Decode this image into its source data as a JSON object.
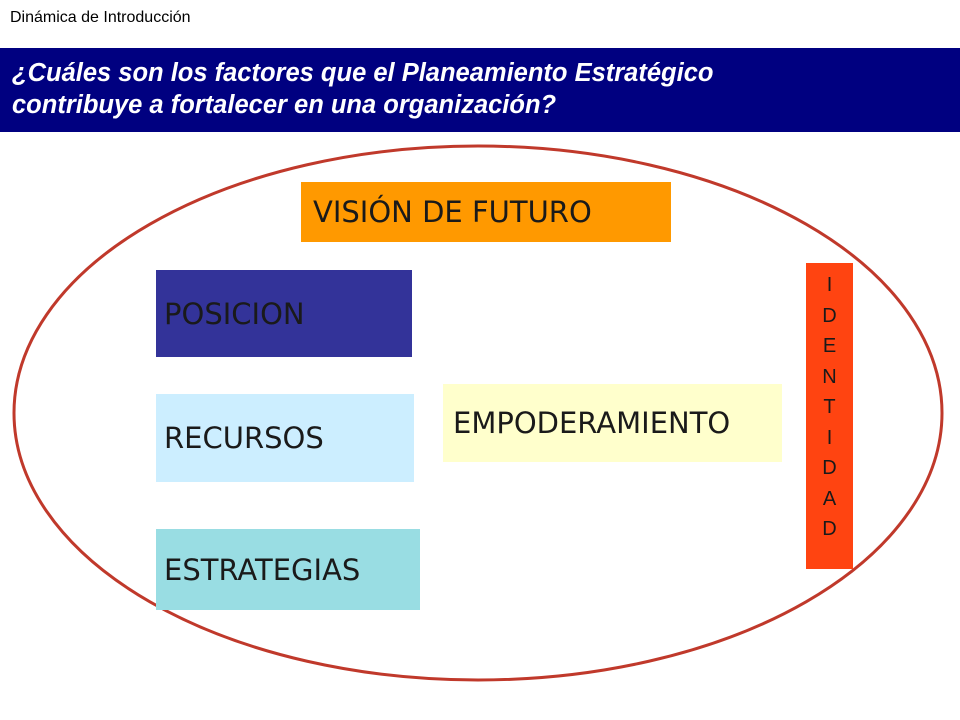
{
  "header": {
    "kicker": "Dinámica de Introducción",
    "question_line1": "¿Cuáles son los factores que el Planeamiento Estratégico",
    "question_line2": "contribuye a fortalecer en una organización?"
  },
  "diagram": {
    "vision": "VISIÓN DE FUTURO",
    "posicion": "POSICION",
    "recursos": "RECURSOS",
    "estrategias": "ESTRATEGIAS",
    "empoderamiento": "EMPODERAMIENTO",
    "identidad_letters": [
      "I",
      "D",
      "E",
      "N",
      "T",
      "I",
      "D",
      "A",
      "D"
    ]
  },
  "colors": {
    "banner": "#000080",
    "ellipse_stroke": "#c0392b",
    "vision": "#ff9900",
    "posicion": "#333399",
    "recursos": "#cceeff",
    "estrategias": "#99dde3",
    "empoderamiento": "#ffffcc",
    "identidad": "#ff4411"
  }
}
